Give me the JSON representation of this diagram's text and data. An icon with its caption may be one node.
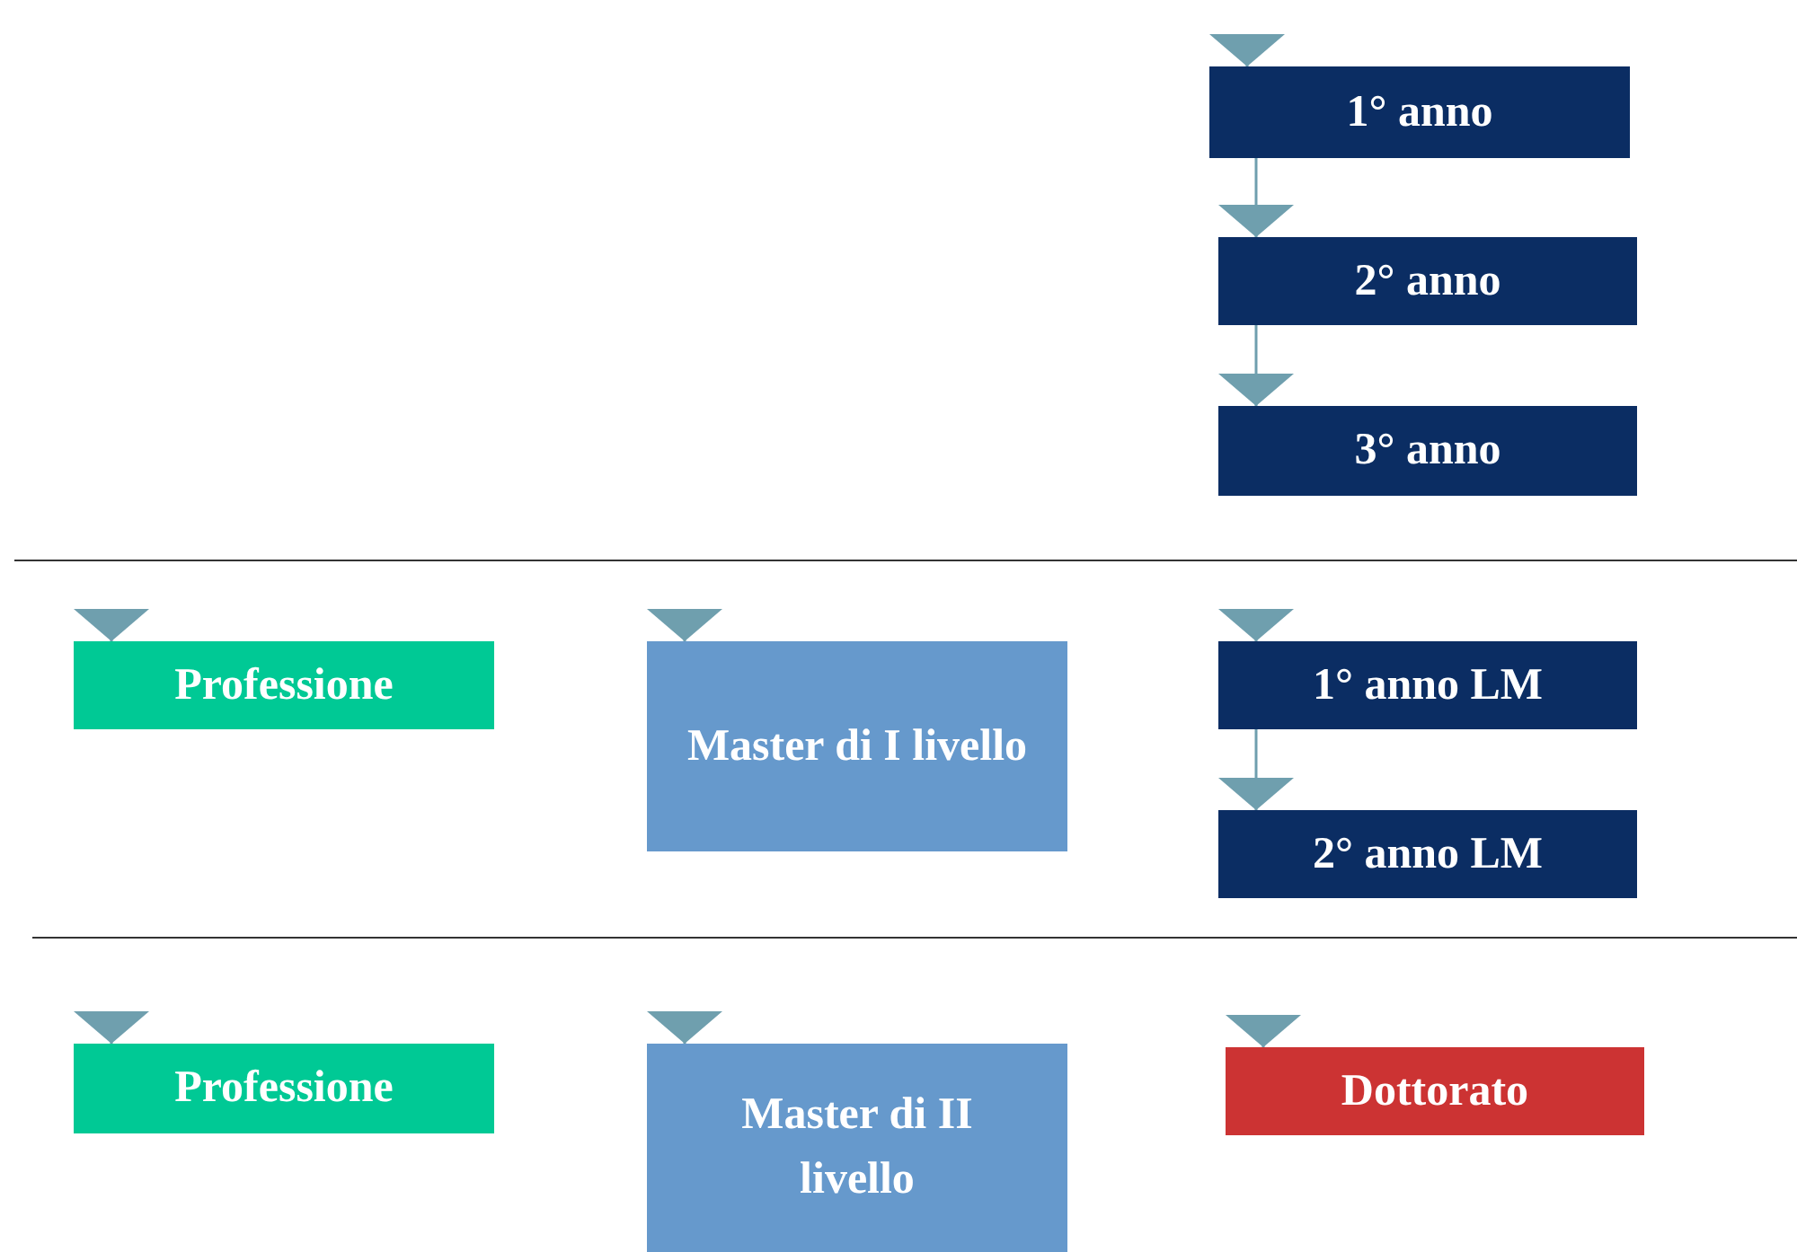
{
  "diagram": {
    "nodes": [
      {
        "text": [
          "1° anno"
        ]
      },
      {
        "text": [
          "2° anno"
        ]
      },
      {
        "text": [
          "3° anno"
        ]
      },
      {
        "text": [
          "Professione"
        ]
      },
      {
        "text": [
          "Master di I livello"
        ]
      },
      {
        "text": [
          "1° anno LM"
        ]
      },
      {
        "text": [
          "2° anno LM"
        ]
      },
      {
        "text": [
          "Professione"
        ]
      },
      {
        "text": [
          "Master di II livello"
        ]
      },
      {
        "text": [
          "Dottorato"
        ]
      }
    ],
    "edges": [
      {
        "from": null,
        "to": 0,
        "arrow": "to"
      },
      {
        "from": 0,
        "to": 1,
        "arrow": "to"
      },
      {
        "from": 1,
        "to": 2,
        "arrow": "to"
      },
      {
        "from": null,
        "to": 3,
        "arrow": "to"
      },
      {
        "from": null,
        "to": 4,
        "arrow": "to"
      },
      {
        "from": null,
        "to": 5,
        "arrow": "to"
      },
      {
        "from": 5,
        "to": 6,
        "arrow": "to"
      },
      {
        "from": null,
        "to": 7,
        "arrow": "to"
      },
      {
        "from": null,
        "to": 8,
        "arrow": "to"
      },
      {
        "from": null,
        "to": 9,
        "arrow": "to"
      }
    ]
  }
}
